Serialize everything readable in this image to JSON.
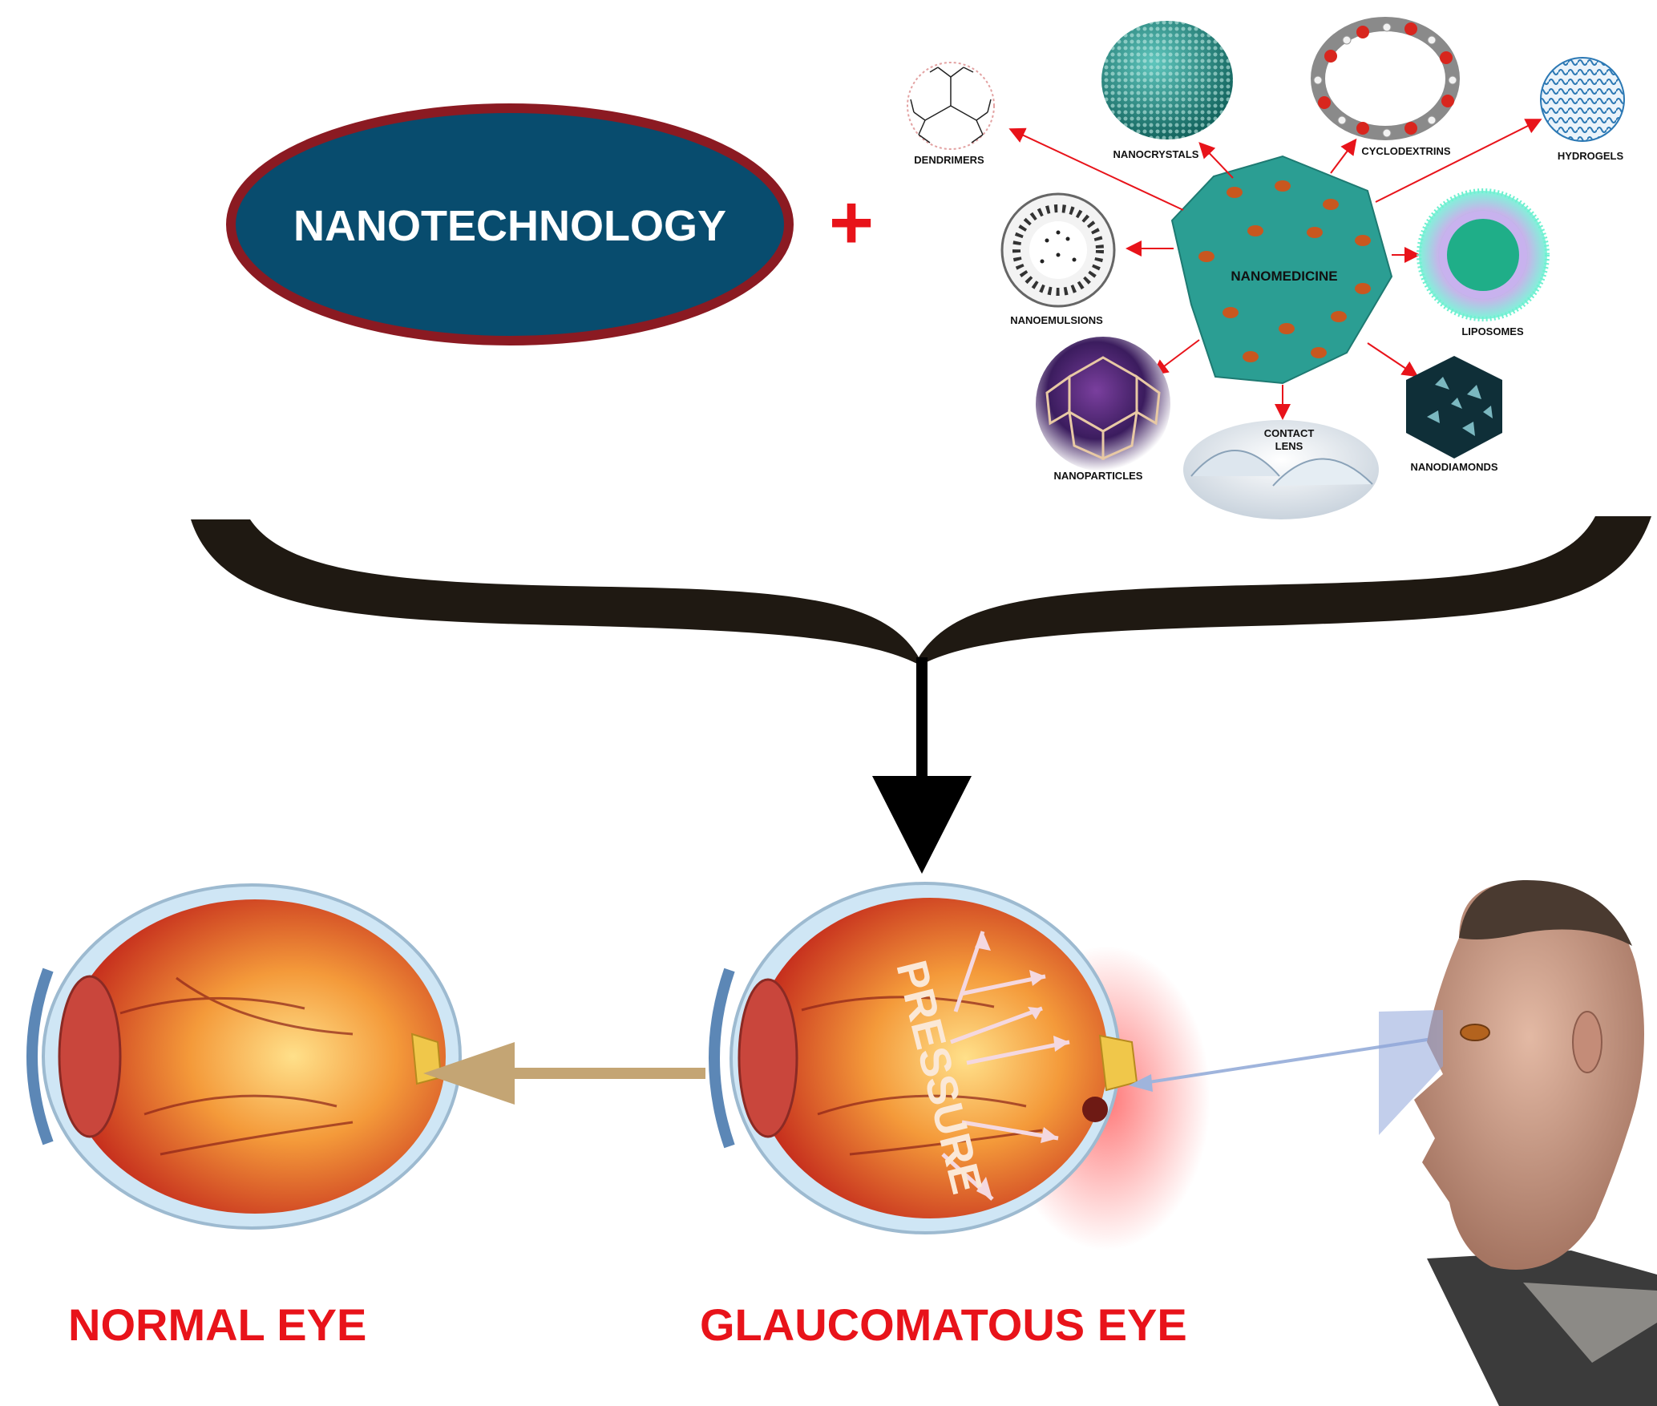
{
  "main_term": "NANOTECHNOLOGY",
  "plus_sign": "+",
  "hub_label": "NANOMEDICINE",
  "nano_items": {
    "dendrimers": "DENDRIMERS",
    "nanocrystals": "NANOCRYSTALS",
    "cyclodextrins": "CYCLODEXTRINS",
    "hydrogels": "HYDROGELS",
    "nanoemulsions": "NANOEMULSIONS",
    "liposomes": "LIPOSOMES",
    "nanoparticles": "NANOPARTICLES",
    "contact_lens_line1": "CONTACT",
    "contact_lens_line2": "LENS",
    "nanodiamonds": "NANODIAMONDS"
  },
  "eyes": {
    "pressure": "PRESSURE",
    "normal": "NORMAL EYE",
    "glaucomatous": "GLAUCOMATOUS EYE"
  },
  "colors": {
    "oval_fill": "#084c6e",
    "oval_border": "#8b1a22",
    "accent_red": "#e8131a",
    "hub_teal": "#2b9e93",
    "hub_dots": "#c8571f",
    "return_arrow": "#c4a574",
    "optic_arrow": "#9fb4dc"
  }
}
